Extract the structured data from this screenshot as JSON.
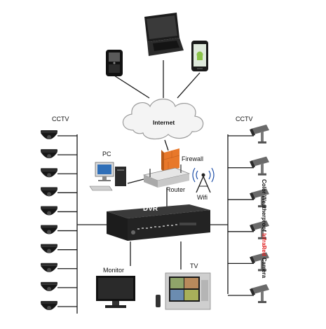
{
  "labels": {
    "internet": "Internet",
    "firewall": "Firewall",
    "router": "Router",
    "wifi": "Wifi",
    "pc": "PC",
    "dvr": "DVR",
    "monitor": "Monitor",
    "tv": "TV",
    "cctv_left": "CCTV",
    "cctv_right": "CCTV"
  },
  "camera_caption": {
    "prefix": "Color Weatherproof ",
    "highlight": "InfraRed",
    "suffix": " Camera"
  },
  "devices": {
    "top": [
      "smartphone-blackberry",
      "laptop",
      "smartphone-android"
    ],
    "left_cameras": 10,
    "right_cameras": 6
  },
  "colors": {
    "line": "#1a1a1a",
    "dvr_body": "#232323",
    "firewall": "#e8782a",
    "accent_red": "#e02020",
    "cloud_fill": "#f4f4f4",
    "cloud_stroke": "#9a9a9a"
  }
}
